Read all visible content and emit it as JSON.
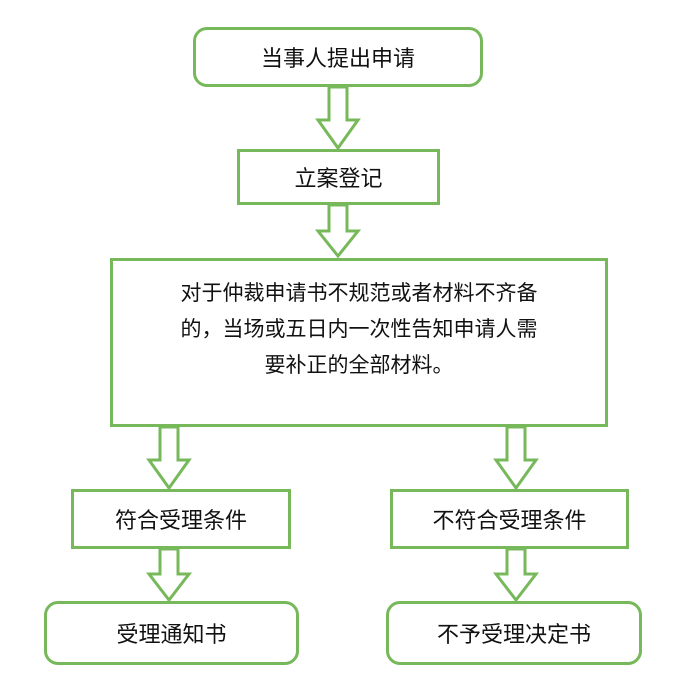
{
  "flowchart": {
    "step1": "当事人提出申请",
    "step2": "立案登记",
    "step3": {
      "line1": "对于仲裁申请书不规范或者材料不齐备",
      "line2": "的，当场或五日内一次性告知申请人需",
      "line3": "要补正的全部材料。"
    },
    "branch_left": "符合受理条件",
    "branch_right": "不符合受理条件",
    "result_left": "受理通知书",
    "result_right": "不予受理决定书"
  },
  "colors": {
    "border": "#77b95a",
    "arrow": "#77b95a"
  }
}
